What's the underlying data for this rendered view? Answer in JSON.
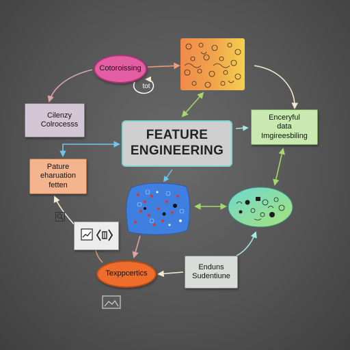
{
  "diagram": {
    "title": "FEATURE\nENGINEERING",
    "nodes": {
      "coloroissing": "Cotoroissing",
      "tot": "tot",
      "cilenzy": "Cilenzy\nColrocesss",
      "pature": "Pature\neharuation\nfetten",
      "enceryful": "Enceryful\ndata\nImgireesbiling",
      "enduns": "Enduns\nSudentiune",
      "texppcertics": "Texppcertics"
    },
    "colors": {
      "accent_teal": "#7fd6cf",
      "arrow_light": "#a9e7e2",
      "arrow_green": "#a6d86a",
      "arrow_pink": "#e0a1a4",
      "arrow_cream": "#f1ead0"
    },
    "icons": [
      "search-icon",
      "chart-icon",
      "code-brackets-icon",
      "image-icon",
      "refresh-icon"
    ]
  }
}
